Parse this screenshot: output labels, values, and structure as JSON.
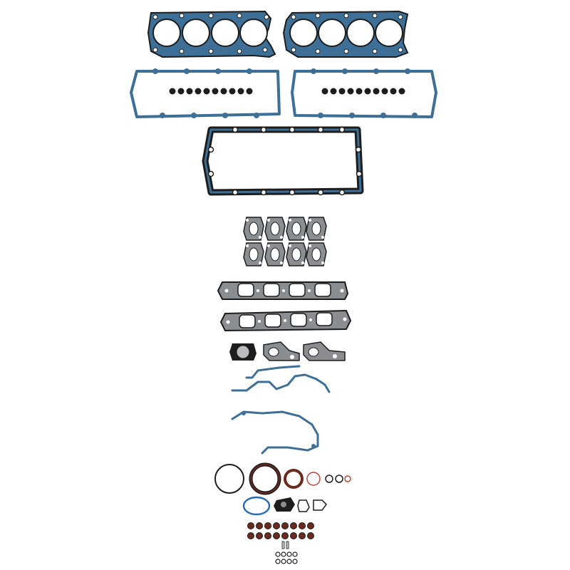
{
  "image": {
    "subject": "engine-full-gasket-set",
    "background": "#ffffff"
  },
  "colors": {
    "gasket_blue": "#3e6f96",
    "gasket_blue_dark": "#244a6b",
    "gasket_black": "#1d1d1d",
    "fiber_gray": "#8a8e90",
    "fiber_gray_light": "#b9bcbd",
    "seal_brown": "#6b2a1e",
    "seal_red": "#b8473a",
    "oring_blue": "#2d6cb5",
    "metal_silver": "#c9c9c9"
  },
  "parts": {
    "head_gaskets": 2,
    "valve_cover_gaskets": 2,
    "spark_plug_tube_seals_per_cover": 10,
    "oil_pan_gasket": 1,
    "exhaust_manifold_gaskets": 8,
    "intake_manifold_gaskets": 2,
    "throttle_and_water_gaskets": 3,
    "timing_cover_gaskets": 2,
    "crank_seals_and_orings": 8,
    "valve_stem_seals": 16,
    "small_orings": 8
  }
}
